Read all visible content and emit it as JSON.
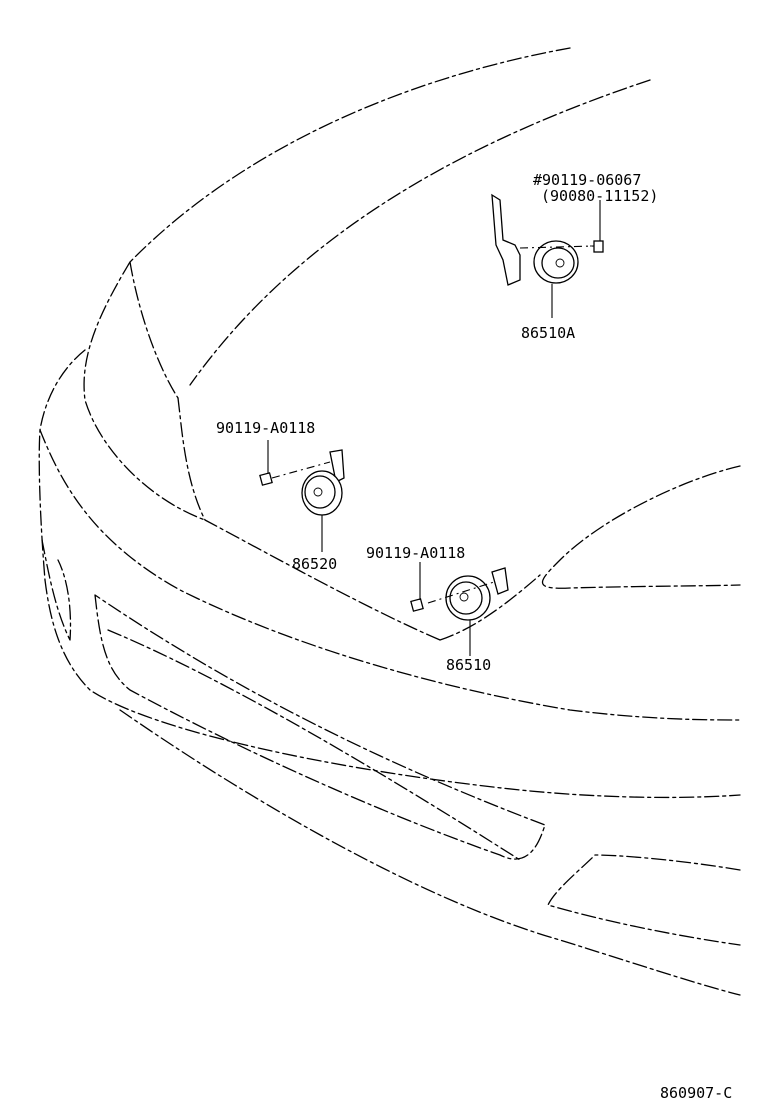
{
  "callouts": {
    "horn_a_bolt_main": "#90119-06067",
    "horn_a_bolt_alt": "(90080-11152)",
    "horn_a": "86510A",
    "horn_left_bolt": "90119-A0118",
    "horn_left": "86520",
    "horn_right_bolt": "90119-A0118",
    "horn_right": "86510"
  },
  "diagram_id": "860907-C"
}
